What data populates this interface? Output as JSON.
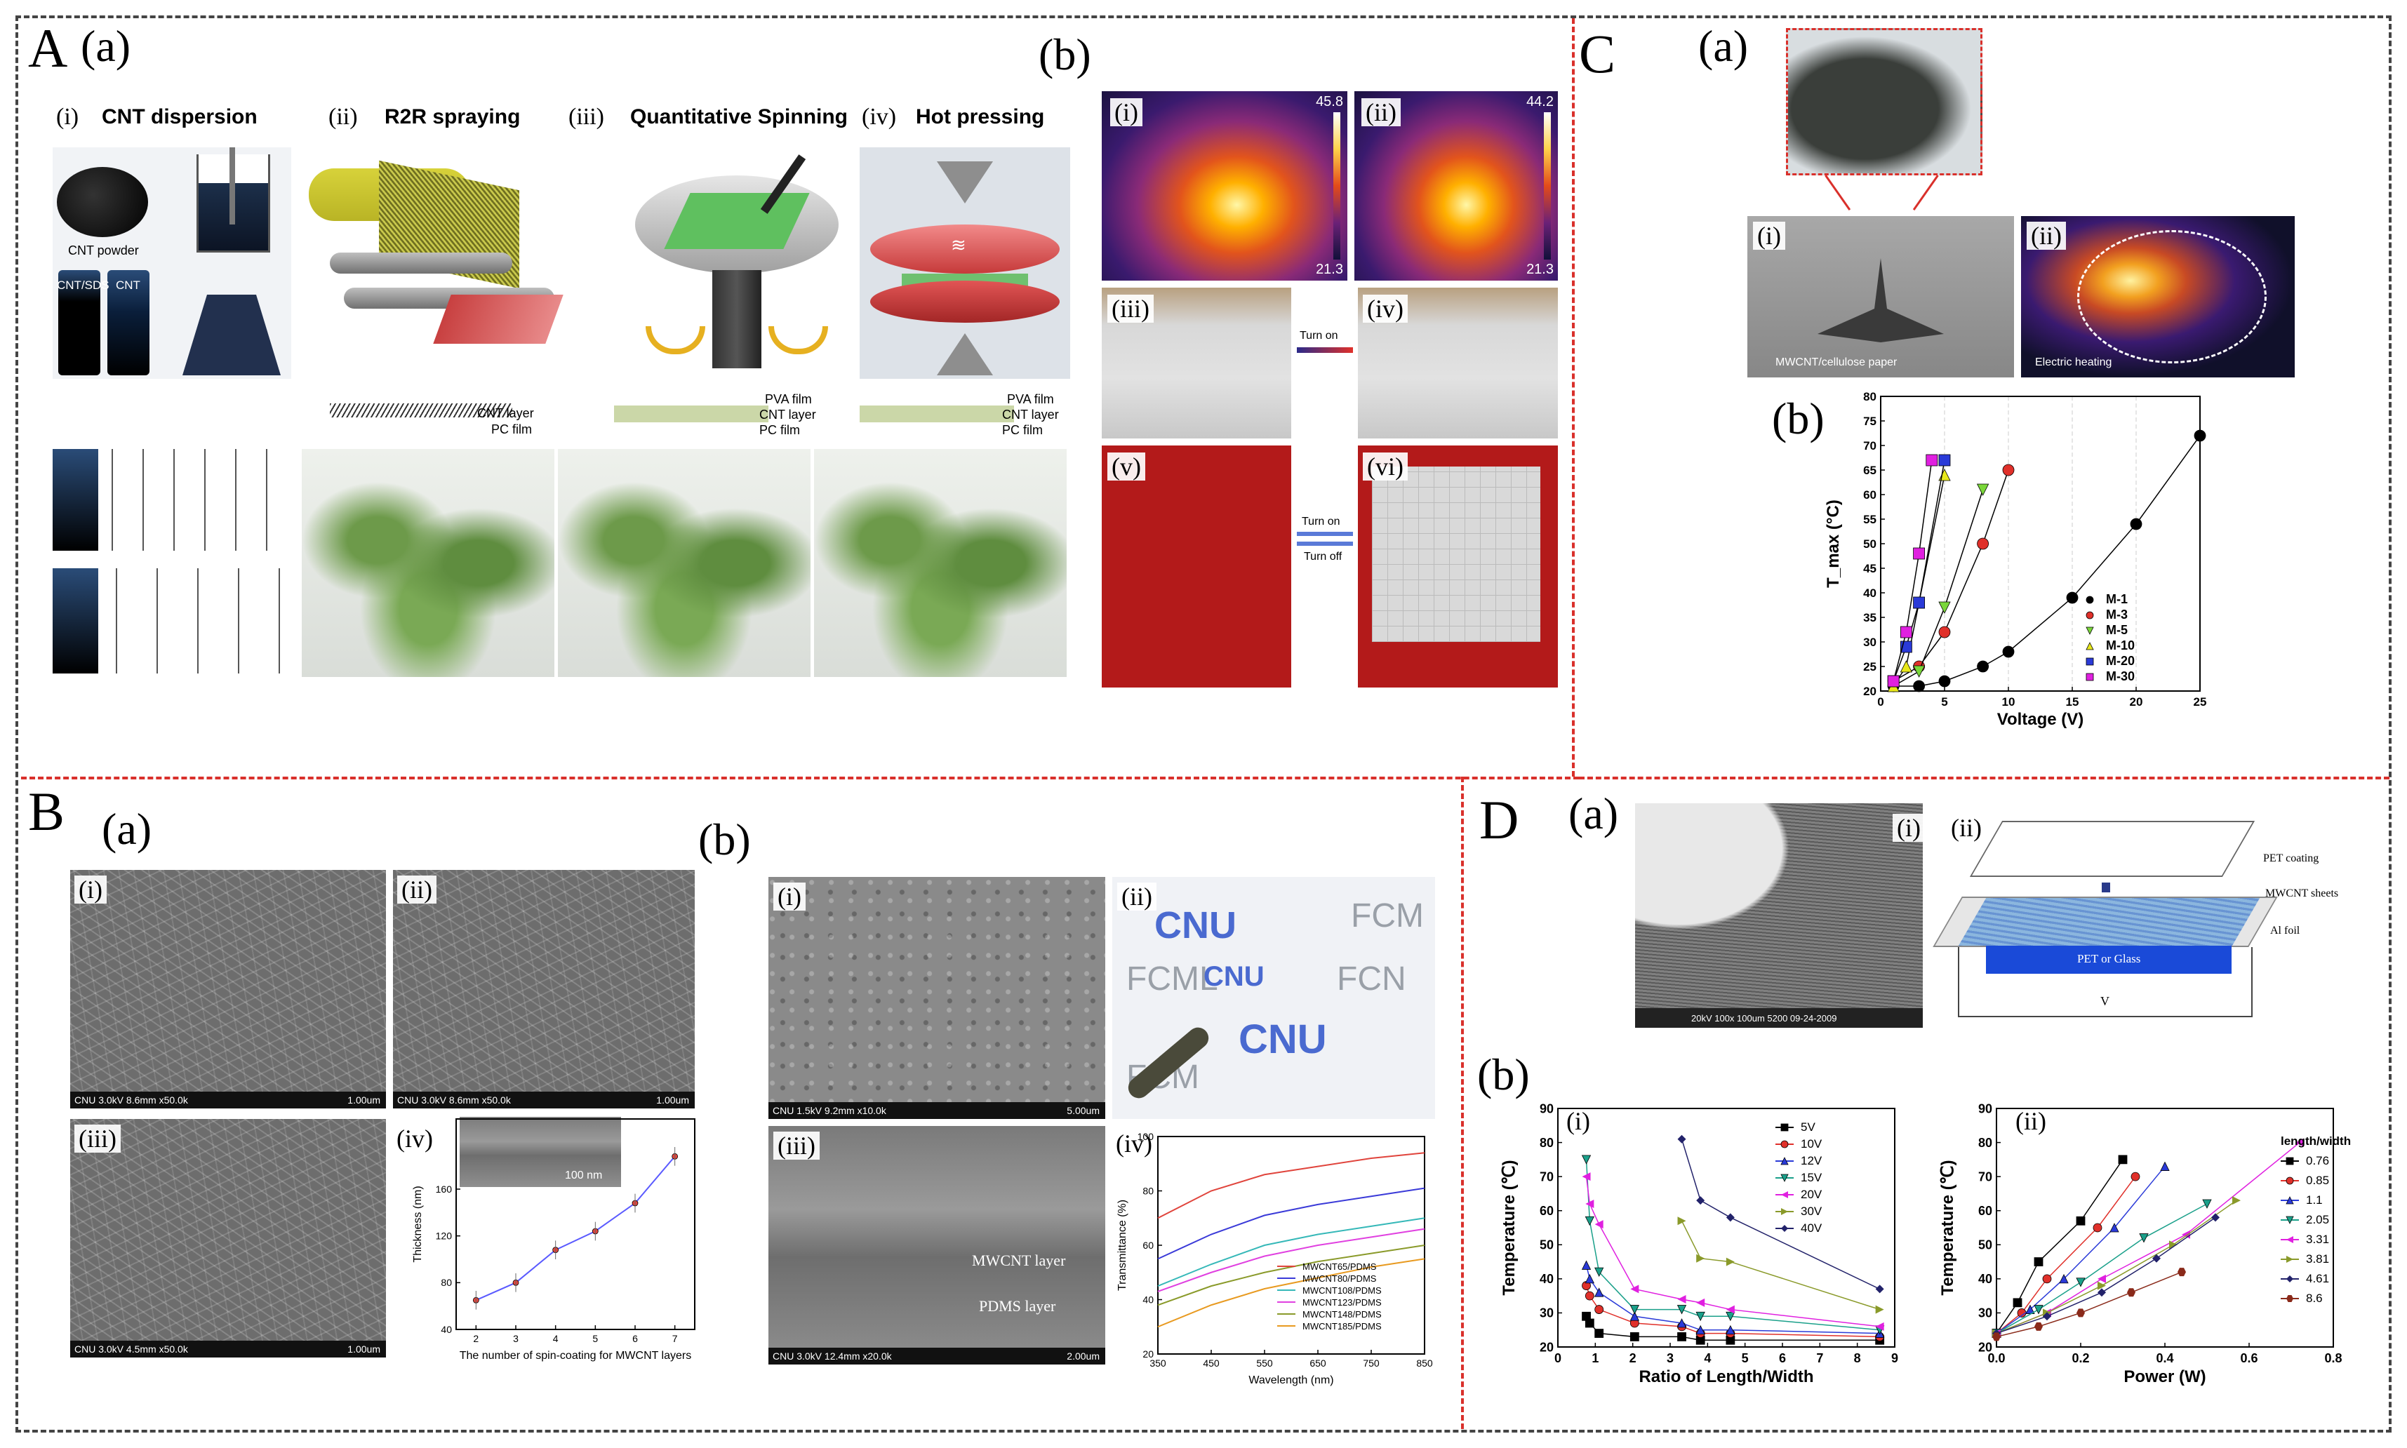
{
  "sections": {
    "A": "A",
    "B": "B",
    "C": "C",
    "D": "D"
  },
  "panel_a": "(a)",
  "panel_b": "(b)",
  "romans": {
    "i": "(i)",
    "ii": "(ii)",
    "iii": "(iii)",
    "iv": "(iv)",
    "v": "(v)",
    "vi": "(vi)"
  },
  "section_A": {
    "steps": [
      {
        "roman": "(i)",
        "title": "CNT dispersion"
      },
      {
        "roman": "(ii)",
        "title": "R2R spraying"
      },
      {
        "roman": "(iii)",
        "title": "Quantitative Spinning"
      },
      {
        "roman": "(iv)",
        "title": "Hot pressing"
      }
    ],
    "cnt_powder": "CNT powder",
    "cnt_sds": "CNT/SDS",
    "cnt": "CNT",
    "layers_ii": [
      "CNT layer",
      "PC film"
    ],
    "layers_iii": [
      "PVA film",
      "CNT layer",
      "PC film"
    ],
    "layers_iv": [
      "PVA film",
      "CNT layer",
      "PC film"
    ],
    "thermo": [
      {
        "max": "45.8",
        "min": "21.3"
      },
      {
        "max": "44.2",
        "min": "21.3"
      }
    ],
    "turn_on": "Turn on",
    "turn_off": "Turn off"
  },
  "section_B": {
    "sem_labels": [
      "CNU 3.0kV 8.6mm x50.0k",
      "CNU 3.0kV 8.6mm x50.0k",
      "CNU 3.0kV 4.5mm x50.0k",
      "CNU 1.5kV 9.2mm x10.0k",
      "CNU 3.0kV 12.4mm x20.0k"
    ],
    "scale_labels": [
      "1.00um",
      "1.00um",
      "1.00um",
      "5.00um",
      "2.00um"
    ],
    "photo_text": [
      "CNU",
      "FCML",
      "FCM",
      "CNU",
      "FCN",
      "CNU",
      "FCM"
    ],
    "mwcnt_layer": "MWCNT layer",
    "pdms_layer": "PDMS layer",
    "inset_scale": "100 nm"
  },
  "section_C": {
    "paper_label": "MWCNT/cellulose paper",
    "heating_label": "Electric heating"
  },
  "section_D": {
    "sem_label": "20kV  100x  100um  5200   09-24-2009",
    "pet_coating": "PET coating",
    "mwcnt_sheets": "MWCNT sheets",
    "al_foil": "Al foil",
    "pet_glass": "PET or Glass",
    "v_label": "V"
  },
  "chart_data": [
    {
      "id": "B-a-iv",
      "type": "line",
      "title": "",
      "xlabel": "The number of spin-coating for MWCNT layers",
      "ylabel": "Thickness (nm)",
      "xlim": [
        1.5,
        7.5
      ],
      "ylim": [
        40,
        220
      ],
      "xticks": [
        2,
        3,
        4,
        5,
        6,
        7
      ],
      "yticks": [
        40,
        80,
        120,
        160
      ],
      "x": [
        2,
        3,
        4,
        5,
        6,
        7
      ],
      "series": [
        {
          "values": [
            65,
            80,
            108,
            124,
            148,
            188
          ]
        }
      ],
      "colors": {
        "line": "#5a5aff",
        "marker": "#e0443c"
      }
    },
    {
      "id": "B-b-iv",
      "type": "line",
      "title": "",
      "xlabel": "Wavelength (nm)",
      "ylabel": "Transmittance (%)",
      "xlim": [
        350,
        850
      ],
      "ylim": [
        20,
        100
      ],
      "xticks": [
        350,
        450,
        550,
        650,
        750,
        850
      ],
      "yticks": [
        20,
        40,
        60,
        80,
        100
      ],
      "x": [
        350,
        450,
        550,
        650,
        750,
        850
      ],
      "series": [
        {
          "name": "MWCNT65/PDMS",
          "values": [
            70,
            80,
            86,
            89,
            92,
            94
          ],
          "color": "#e0443c"
        },
        {
          "name": "MWCNT80/PDMS",
          "values": [
            55,
            64,
            71,
            75,
            78,
            81
          ],
          "color": "#3a3ad8"
        },
        {
          "name": "MWCNT108/PDMS",
          "values": [
            45,
            53,
            60,
            64,
            67,
            70
          ],
          "color": "#35b8b8"
        },
        {
          "name": "MWCNT123/PDMS",
          "values": [
            43,
            50,
            56,
            60,
            63,
            66
          ],
          "color": "#e040e0"
        },
        {
          "name": "MWCNT148/PDMS",
          "values": [
            38,
            45,
            50,
            54,
            57,
            60
          ],
          "color": "#8a9a2a"
        },
        {
          "name": "MWCNT185/PDMS",
          "values": [
            30,
            38,
            44,
            48,
            52,
            55
          ],
          "color": "#e89a20"
        }
      ]
    },
    {
      "id": "C-b",
      "type": "line",
      "title": "",
      "xlabel": "Voltage (V)",
      "ylabel": "T_max (°C)",
      "xlim": [
        0,
        25
      ],
      "ylim": [
        20,
        80
      ],
      "xticks": [
        0,
        5,
        10,
        15,
        20,
        25
      ],
      "yticks": [
        20,
        25,
        30,
        35,
        40,
        45,
        50,
        55,
        60,
        65,
        70,
        75,
        80
      ],
      "series": [
        {
          "name": "M-1",
          "marker": "circle",
          "color": "#000000",
          "x": [
            1,
            3,
            5,
            8,
            10,
            15,
            20,
            25
          ],
          "values": [
            21,
            21,
            22,
            25,
            28,
            39,
            54,
            72
          ]
        },
        {
          "name": "M-3",
          "marker": "circle",
          "color": "#e0302a",
          "x": [
            1,
            3,
            5,
            8,
            10
          ],
          "values": [
            22,
            25,
            32,
            50,
            65
          ]
        },
        {
          "name": "M-5",
          "marker": "tri-down",
          "color": "#7ad73a",
          "x": [
            1,
            3,
            5,
            8
          ],
          "values": [
            21,
            24,
            37,
            61
          ]
        },
        {
          "name": "M-10",
          "marker": "tri-up",
          "color": "#e8e81a",
          "x": [
            1,
            2,
            3,
            5
          ],
          "values": [
            21,
            25,
            38,
            64
          ]
        },
        {
          "name": "M-20",
          "marker": "square",
          "color": "#2a3ad8",
          "x": [
            1,
            2,
            3,
            5
          ],
          "values": [
            22,
            29,
            38,
            67
          ]
        },
        {
          "name": "M-30",
          "marker": "square",
          "color": "#e020e0",
          "x": [
            1,
            2,
            3,
            4
          ],
          "values": [
            22,
            32,
            48,
            67
          ]
        }
      ]
    },
    {
      "id": "D-b-i",
      "type": "line",
      "title": "",
      "xlabel": "Ratio of Length/Width",
      "ylabel": "Temperature (℃)",
      "xlim": [
        0,
        9
      ],
      "ylim": [
        20,
        90
      ],
      "xticks": [
        0,
        1,
        2,
        3,
        4,
        5,
        6,
        7,
        8,
        9
      ],
      "yticks": [
        20,
        30,
        40,
        50,
        60,
        70,
        80,
        90
      ],
      "series": [
        {
          "name": "5V",
          "marker": "square",
          "color": "#000000",
          "x": [
            0.76,
            0.85,
            1.1,
            2.05,
            3.31,
            3.81,
            4.61,
            8.6
          ],
          "values": [
            29,
            27,
            24,
            23,
            23,
            22,
            22,
            22
          ]
        },
        {
          "name": "10V",
          "marker": "circle",
          "color": "#e0302a",
          "x": [
            0.76,
            0.85,
            1.1,
            2.05,
            3.31,
            3.81,
            4.61,
            8.6
          ],
          "values": [
            38,
            35,
            31,
            27,
            26,
            24,
            24,
            23
          ]
        },
        {
          "name": "12V",
          "marker": "tri-up",
          "color": "#2a3ad8",
          "x": [
            0.76,
            0.85,
            1.1,
            2.05,
            3.31,
            3.81,
            4.61,
            8.6
          ],
          "values": [
            44,
            40,
            36,
            29,
            27,
            25,
            25,
            24
          ]
        },
        {
          "name": "15V",
          "marker": "tri-down",
          "color": "#1aa08a",
          "x": [
            0.76,
            0.85,
            1.1,
            2.05,
            3.31,
            3.81,
            4.61,
            8.6
          ],
          "values": [
            75,
            57,
            42,
            31,
            31,
            29,
            29,
            25
          ]
        },
        {
          "name": "20V",
          "marker": "tri-left",
          "color": "#e020e0",
          "x": [
            0.76,
            0.85,
            1.1,
            2.05,
            3.31,
            3.81,
            4.61,
            8.6
          ],
          "values": [
            70,
            62,
            56,
            37,
            34,
            33,
            31,
            26
          ]
        },
        {
          "name": "30V",
          "marker": "tri-right",
          "color": "#8a9a2a",
          "x": [
            3.31,
            3.81,
            4.61,
            8.6
          ],
          "values": [
            57,
            46,
            45,
            31
          ]
        },
        {
          "name": "40V",
          "marker": "diamond",
          "color": "#22226a",
          "x": [
            3.31,
            3.81,
            4.61,
            8.6
          ],
          "values": [
            81,
            63,
            58,
            37
          ]
        }
      ]
    },
    {
      "id": "D-b-ii",
      "type": "line",
      "title": "",
      "xlabel": "Power (W)",
      "ylabel": "Temperature (℃)",
      "xlim": [
        0,
        0.8
      ],
      "ylim": [
        20,
        90
      ],
      "xticks": [
        0.0,
        0.2,
        0.4,
        0.6,
        0.8
      ],
      "yticks": [
        20,
        30,
        40,
        50,
        60,
        70,
        80,
        90
      ],
      "legend_title": "length/width",
      "series": [
        {
          "name": "0.76",
          "marker": "square",
          "color": "#000000",
          "x": [
            0.0,
            0.05,
            0.1,
            0.2,
            0.3
          ],
          "values": [
            24,
            33,
            45,
            57,
            75
          ]
        },
        {
          "name": "0.85",
          "marker": "circle",
          "color": "#e0302a",
          "x": [
            0.0,
            0.06,
            0.12,
            0.24,
            0.33
          ],
          "values": [
            24,
            30,
            40,
            55,
            70
          ]
        },
        {
          "name": "1.1",
          "marker": "tri-up",
          "color": "#2a3ad8",
          "x": [
            0.0,
            0.08,
            0.16,
            0.28,
            0.4
          ],
          "values": [
            24,
            31,
            40,
            55,
            73
          ]
        },
        {
          "name": "2.05",
          "marker": "tri-down",
          "color": "#1aa08a",
          "x": [
            0.0,
            0.1,
            0.2,
            0.35,
            0.5
          ],
          "values": [
            24,
            31,
            39,
            52,
            62
          ]
        },
        {
          "name": "3.31",
          "marker": "tri-left",
          "color": "#e020e0",
          "x": [
            0.0,
            0.12,
            0.25,
            0.45,
            0.72
          ],
          "values": [
            24,
            30,
            40,
            53,
            80
          ]
        },
        {
          "name": "3.81",
          "marker": "tri-right",
          "color": "#8a9a2a",
          "x": [
            0.0,
            0.12,
            0.25,
            0.42,
            0.57
          ],
          "values": [
            24,
            30,
            38,
            50,
            63
          ]
        },
        {
          "name": "4.61",
          "marker": "diamond",
          "color": "#22226a",
          "x": [
            0.0,
            0.12,
            0.25,
            0.38,
            0.52
          ],
          "values": [
            24,
            29,
            36,
            46,
            58
          ]
        },
        {
          "name": "8.6",
          "marker": "hexagon",
          "color": "#8a2a1a",
          "x": [
            0.0,
            0.1,
            0.2,
            0.32,
            0.44
          ],
          "values": [
            23,
            26,
            30,
            36,
            42
          ]
        }
      ]
    }
  ]
}
